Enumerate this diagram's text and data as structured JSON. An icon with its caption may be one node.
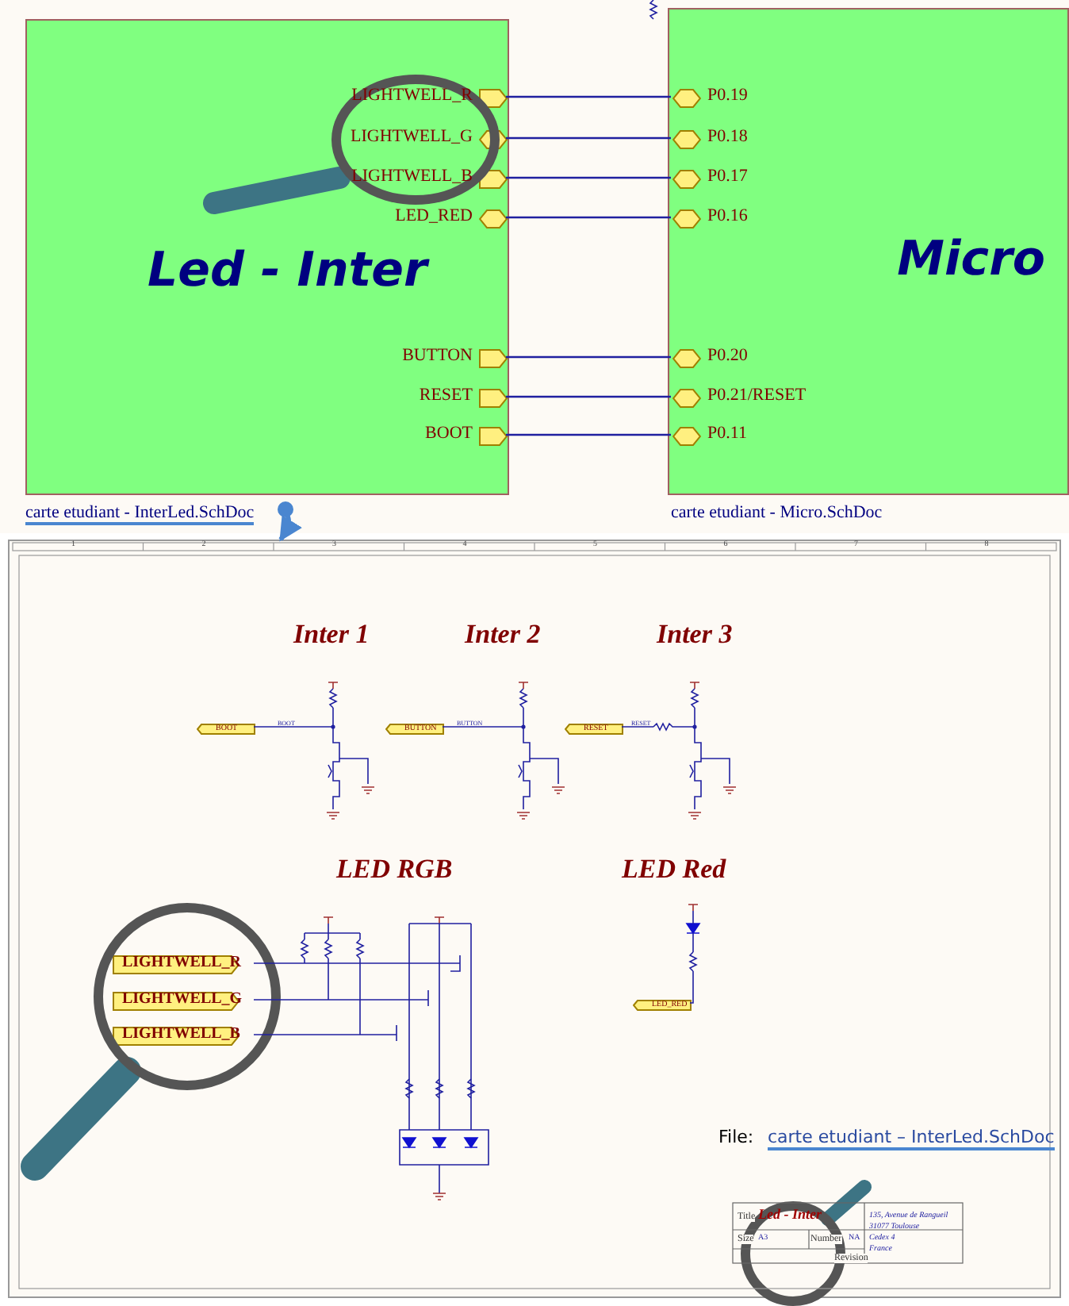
{
  "diagram": {
    "nodes": [
      {
        "text": [
          "Led - Inter"
        ]
      },
      {
        "text": [
          "Micro"
        ],
        "beside": [
          "carte etudiant - Micro.SchDoc"
        ]
      },
      {
        "text": [
          "LIGHTWELL_R"
        ],
        "in": 0
      },
      {
        "text": [
          "LIGHTWELL_G"
        ],
        "in": 0
      },
      {
        "text": [
          "LIGHTWELL_B"
        ],
        "in": 0
      },
      {
        "text": [
          "LED_RED"
        ],
        "in": 0
      },
      {
        "text": [
          "BUTTON"
        ],
        "in": 0
      },
      {
        "text": [
          "RESET"
        ],
        "in": 0
      },
      {
        "text": [
          "BOOT"
        ],
        "in": 0
      },
      {
        "text": [
          "P0.19"
        ],
        "in": 1
      },
      {
        "text": [
          "P0.18"
        ],
        "in": 1
      },
      {
        "text": [
          "P0.17"
        ],
        "in": 1
      },
      {
        "text": [
          "P0.16"
        ],
        "in": 1
      },
      {
        "text": [
          "P0.20"
        ],
        "in": 1
      },
      {
        "text": [
          "P0.21/RESET"
        ],
        "in": 1
      },
      {
        "text": [
          "P0.11"
        ],
        "in": 1
      },
      {
        "text": [
          "carte etudiant - InterLed.SchDoc"
        ]
      },
      {
        "text": [],
        "shape": "box"
      },
      {
        "text": [
          "BOOT"
        ],
        "in": 17
      },
      {
        "text": [
          "BUTTON"
        ],
        "in": 17
      },
      {
        "text": [
          "RESET"
        ],
        "in": 17
      },
      {
        "text": [
          "LIGHTWELL_R"
        ],
        "in": 17
      },
      {
        "text": [
          "LIGHTWELL_G"
        ],
        "in": 17
      },
      {
        "text": [
          "LIGHTWELL_B"
        ],
        "in": 17
      },
      {
        "text": [
          "LED_RED"
        ],
        "in": 17
      }
    ],
    "edges": [
      {
        "from": 2,
        "to": 9,
        "arrow": "none"
      },
      {
        "from": 3,
        "to": 10,
        "arrow": "none"
      },
      {
        "from": 4,
        "to": 11,
        "arrow": "none"
      },
      {
        "from": 5,
        "to": 12,
        "arrow": "none"
      },
      {
        "from": 6,
        "to": 13,
        "arrow": "none"
      },
      {
        "from": 7,
        "to": 14,
        "arrow": "none"
      },
      {
        "from": 8,
        "to": 15,
        "arrow": "none"
      },
      {
        "from": 16,
        "to": 17,
        "arrow": "to",
        "color": "#4a86d0",
        "style": "thick"
      }
    ],
    "labels": [
      "1",
      "2",
      "3",
      "4",
      "5",
      "6",
      "7",
      "8",
      "Inter 1",
      "Inter 2",
      "Inter 3",
      "LED RGB",
      "LED Red",
      "BOOT",
      "BUTTON",
      "RESET",
      "File:",
      "carte etudiant – InterLed.SchDoc",
      "Title",
      "Led - Inter",
      "Size",
      "A3",
      "Number",
      "NA",
      "Revision",
      "135, Avenue de Rangueil",
      "31077 Toulouse",
      "Cedex 4",
      "France"
    ]
  }
}
